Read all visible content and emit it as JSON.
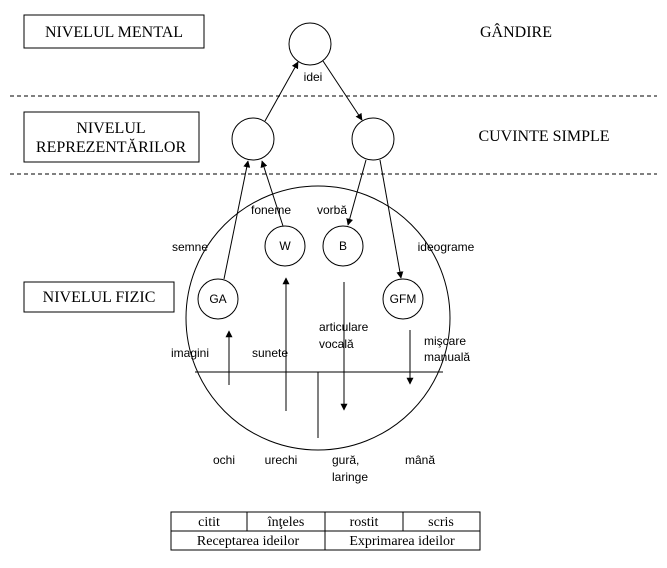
{
  "levels": {
    "mental": "NIVELUL MENTAL",
    "repr_line1": "NIVELUL",
    "repr_line2": "REPREZENTĂRILOR",
    "fizic": "NIVELUL FIZIC"
  },
  "right_labels": {
    "gandire": "GÂNDIRE",
    "cuvinte": "CUVINTE SIMPLE"
  },
  "edge_labels": {
    "idei": "idei",
    "foneme": "foneme",
    "vorba": "vorbă",
    "semne": "semne",
    "ideograme": "ideograme"
  },
  "nodes": {
    "ga": "GA",
    "w": "W",
    "b": "B",
    "gfm": "GFM"
  },
  "inner_labels": {
    "articulare_1": "articulare",
    "articulare_2": "vocală",
    "miscare_1": "mişcare",
    "miscare_2": "manuală",
    "imagini": "imagini",
    "sunete": "sunete"
  },
  "organs": {
    "ochi": "ochi",
    "urechi": "urechi",
    "gura_1": "gură,",
    "gura_2": "laringe",
    "mana": "mână"
  },
  "table": {
    "row1": [
      "citit",
      "înţeles",
      "rostit",
      "scris"
    ],
    "row2": [
      "Receptarea ideilor",
      "Exprimarea ideilor"
    ]
  }
}
